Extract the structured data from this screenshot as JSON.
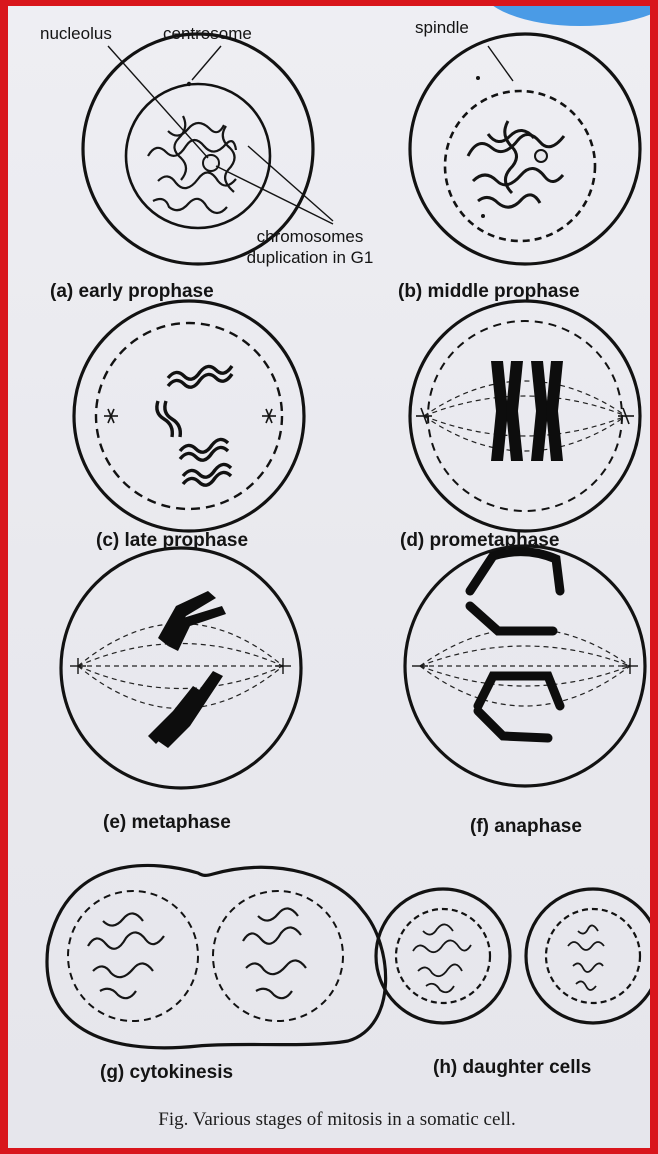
{
  "callouts": {
    "nucleolus": "nucleolus",
    "centrosome": "centrosome",
    "spindle": "spindle",
    "chromosomes_duplication": "chromosomes duplication in G1"
  },
  "stages": {
    "a": "(a) early prophase",
    "b": "(b) middle prophase",
    "c": "(c) late prophase",
    "d": "(d) prometaphase",
    "e": "(e) metaphase",
    "f": "(f) anaphase",
    "g": "(g) cytokinesis",
    "h": "(h) daughter cells"
  },
  "caption": "Fig. Various stages of mitosis in a somatic cell.",
  "colors": {
    "border": "#d9161c",
    "ink": "#141414",
    "page": "#eeeef3"
  }
}
